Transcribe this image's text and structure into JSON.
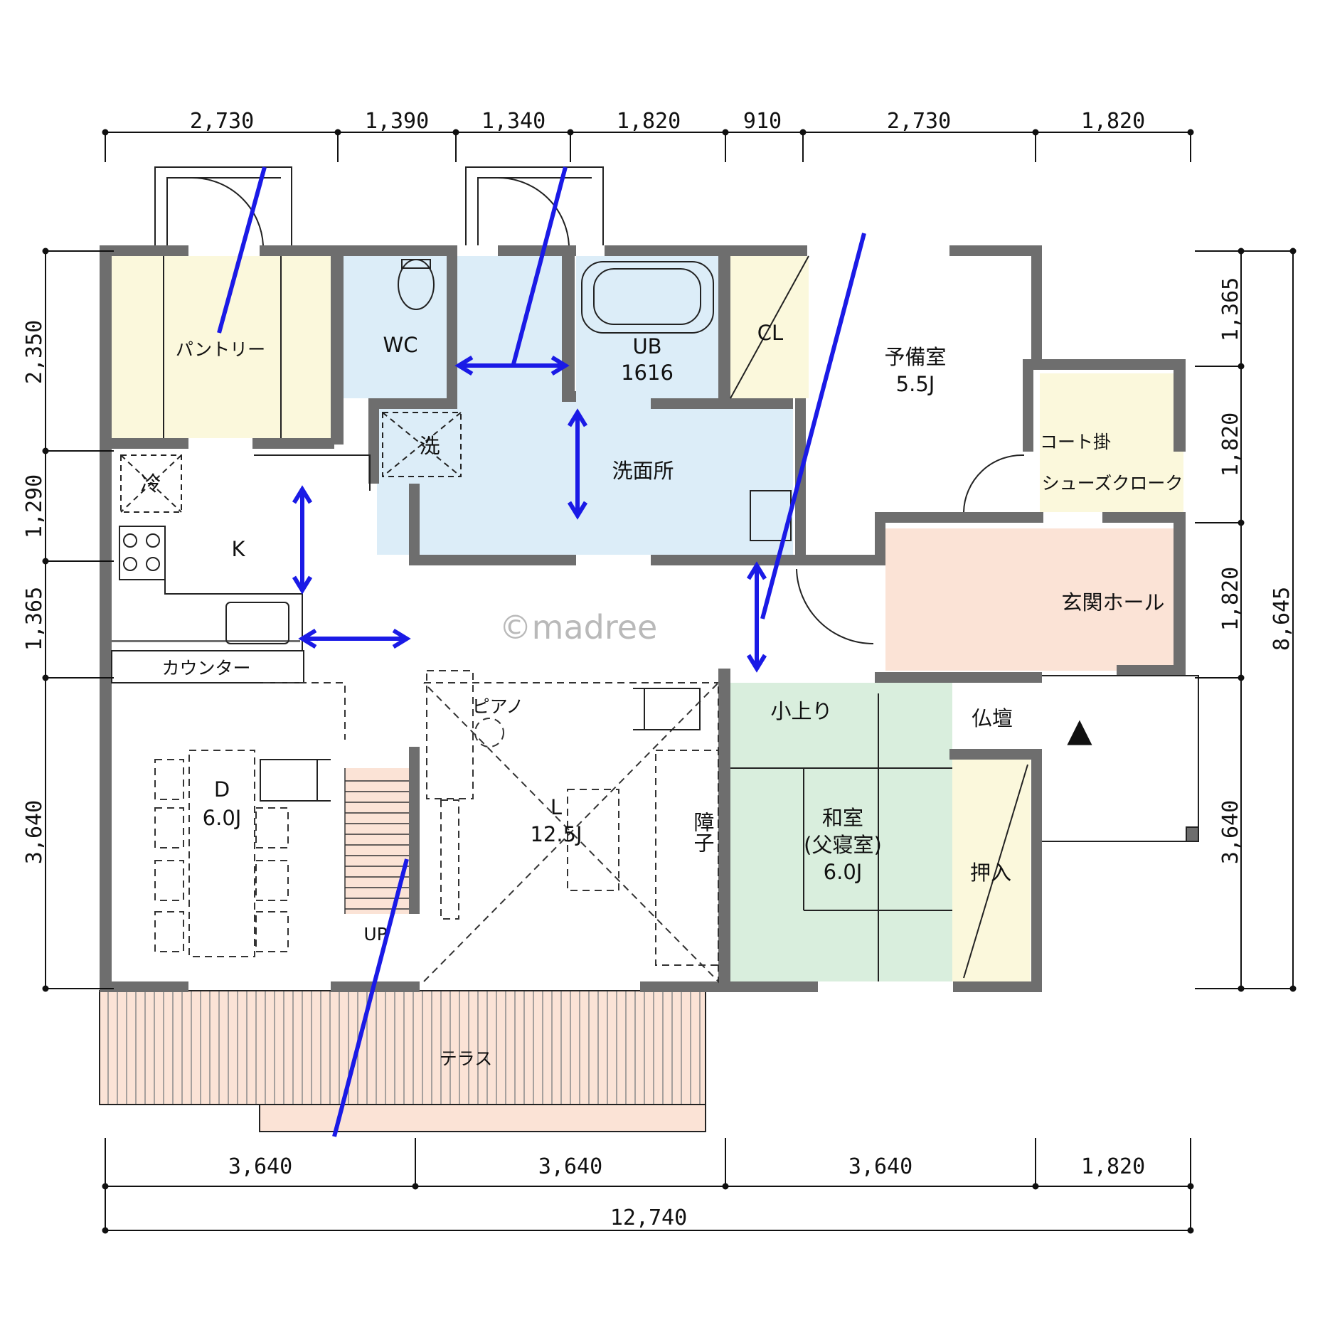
{
  "dimensions": {
    "top": [
      "2,730",
      "1,390",
      "1,340",
      "1,820",
      "910",
      "2,730",
      "1,820"
    ],
    "bottom": [
      "3,640",
      "3,640",
      "3,640",
      "1,820"
    ],
    "total_width": "12,740",
    "left": [
      "2,350",
      "1,290",
      "1,365",
      "3,640"
    ],
    "right": [
      "1,365",
      "1,820",
      "1,820",
      "3,640"
    ],
    "total_height": "8,645"
  },
  "rooms": {
    "pantry": "パントリー",
    "wc": "WC",
    "ub_label": "UB",
    "ub_size": "1616",
    "cl": "CL",
    "spare_room": "予備室",
    "spare_room_size": "5.5J",
    "coat": "コート掛",
    "shoe_cloak": "シューズクローク",
    "washing": "洗",
    "washroom": "洗面所",
    "fridge": "冷",
    "kitchen": "K",
    "counter": "カウンター",
    "entrance_hall": "玄関ホール",
    "koagari": "小上り",
    "butsudan": "仏壇",
    "piano": "ピアノ",
    "dining": "D",
    "dining_size": "6.0J",
    "living": "L",
    "living_size": "12.5J",
    "shoji": "障子",
    "washitsu": "和室",
    "washitsu_note": "(父寝室)",
    "washitsu_size": "6.0J",
    "oshiire": "押入",
    "up": "UP",
    "terrace": "テラス",
    "entrance_mark": "▲"
  },
  "watermark": "©madree",
  "colors": {
    "storage_yellow": "#fbf8dc",
    "wet_blue": "#dcedf8",
    "hall_peach": "#fbe3d6",
    "tatami_green": "#d9eedd",
    "stair_terrace": "#fbe3d6",
    "wall": "#6e6e6e",
    "annotation_blue": "#1a1ae6"
  }
}
